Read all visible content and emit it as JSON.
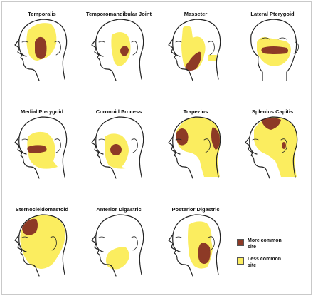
{
  "panels": [
    {
      "id": "temporalis",
      "title": "Temporalis",
      "view": "side"
    },
    {
      "id": "tmj",
      "title": "Temporomandibular Joint",
      "view": "side"
    },
    {
      "id": "masseter",
      "title": "Masseter",
      "view": "side"
    },
    {
      "id": "lateral-pterygoid",
      "title": "Lateral Pterygoid",
      "view": "three-quarter"
    },
    {
      "id": "medial-pterygoid",
      "title": "Medial Pterygoid",
      "view": "side"
    },
    {
      "id": "coronoid",
      "title": "Coronoid Process",
      "view": "side"
    },
    {
      "id": "trapezius",
      "title": "Trapezius",
      "view": "side"
    },
    {
      "id": "splenius",
      "title": "Splenius Capitis",
      "view": "side"
    },
    {
      "id": "scm",
      "title": "Sternocleidomastoid",
      "view": "side"
    },
    {
      "id": "anterior-digastric",
      "title": "Anterior Digastric",
      "view": "side"
    },
    {
      "id": "posterior-digastric",
      "title": "Posterior Digastric",
      "view": "side"
    }
  ],
  "legend": {
    "more": {
      "label": "More common site",
      "color": "#8d3a26"
    },
    "less": {
      "label": "Less common site",
      "color": "#fbed5f"
    }
  },
  "colors": {
    "less": "#fbed5f",
    "more": "#8d3a26",
    "outline": "#222222"
  }
}
